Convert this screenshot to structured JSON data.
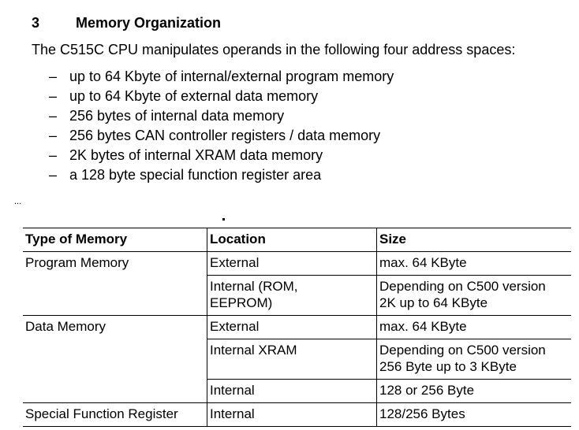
{
  "heading": {
    "number": "3",
    "title": "Memory Organization"
  },
  "intro": "The C515C CPU manipulates operands in the following four address spaces:",
  "bullets": [
    "up to 64 Kbyte of internal/external program memory",
    "up to 64 Kbyte of external data memory",
    "256 bytes of internal data memory",
    "256 bytes CAN controller registers / data memory",
    "2K bytes of internal XRAM data memory",
    "a 128 byte special function register area"
  ],
  "bullet_marker": "–",
  "ellipsis": "...",
  "table": {
    "headers": [
      "Type of Memory",
      "Location",
      "Size"
    ],
    "program_memory": {
      "type": "Program Memory",
      "rows": [
        {
          "location": [
            "External"
          ],
          "size": [
            "max. 64 KByte"
          ]
        },
        {
          "location": [
            "Internal (ROM,",
            "EEPROM)"
          ],
          "size": [
            "Depending on C500 version",
            "2K up to 64 KByte"
          ]
        }
      ]
    },
    "data_memory": {
      "type": "Data Memory",
      "rows": [
        {
          "location": [
            "External"
          ],
          "size": [
            "max. 64 KByte"
          ]
        },
        {
          "location": [
            "Internal XRAM"
          ],
          "size": [
            "Depending on C500 version",
            "256 Byte up to 3 KByte"
          ]
        },
        {
          "location": [
            "Internal"
          ],
          "size": [
            "128 or 256 Byte"
          ]
        }
      ]
    },
    "sfr": {
      "type": "Special Function Register",
      "rows": [
        {
          "location": [
            "Internal"
          ],
          "size": [
            "128/256 Bytes"
          ]
        }
      ]
    }
  }
}
